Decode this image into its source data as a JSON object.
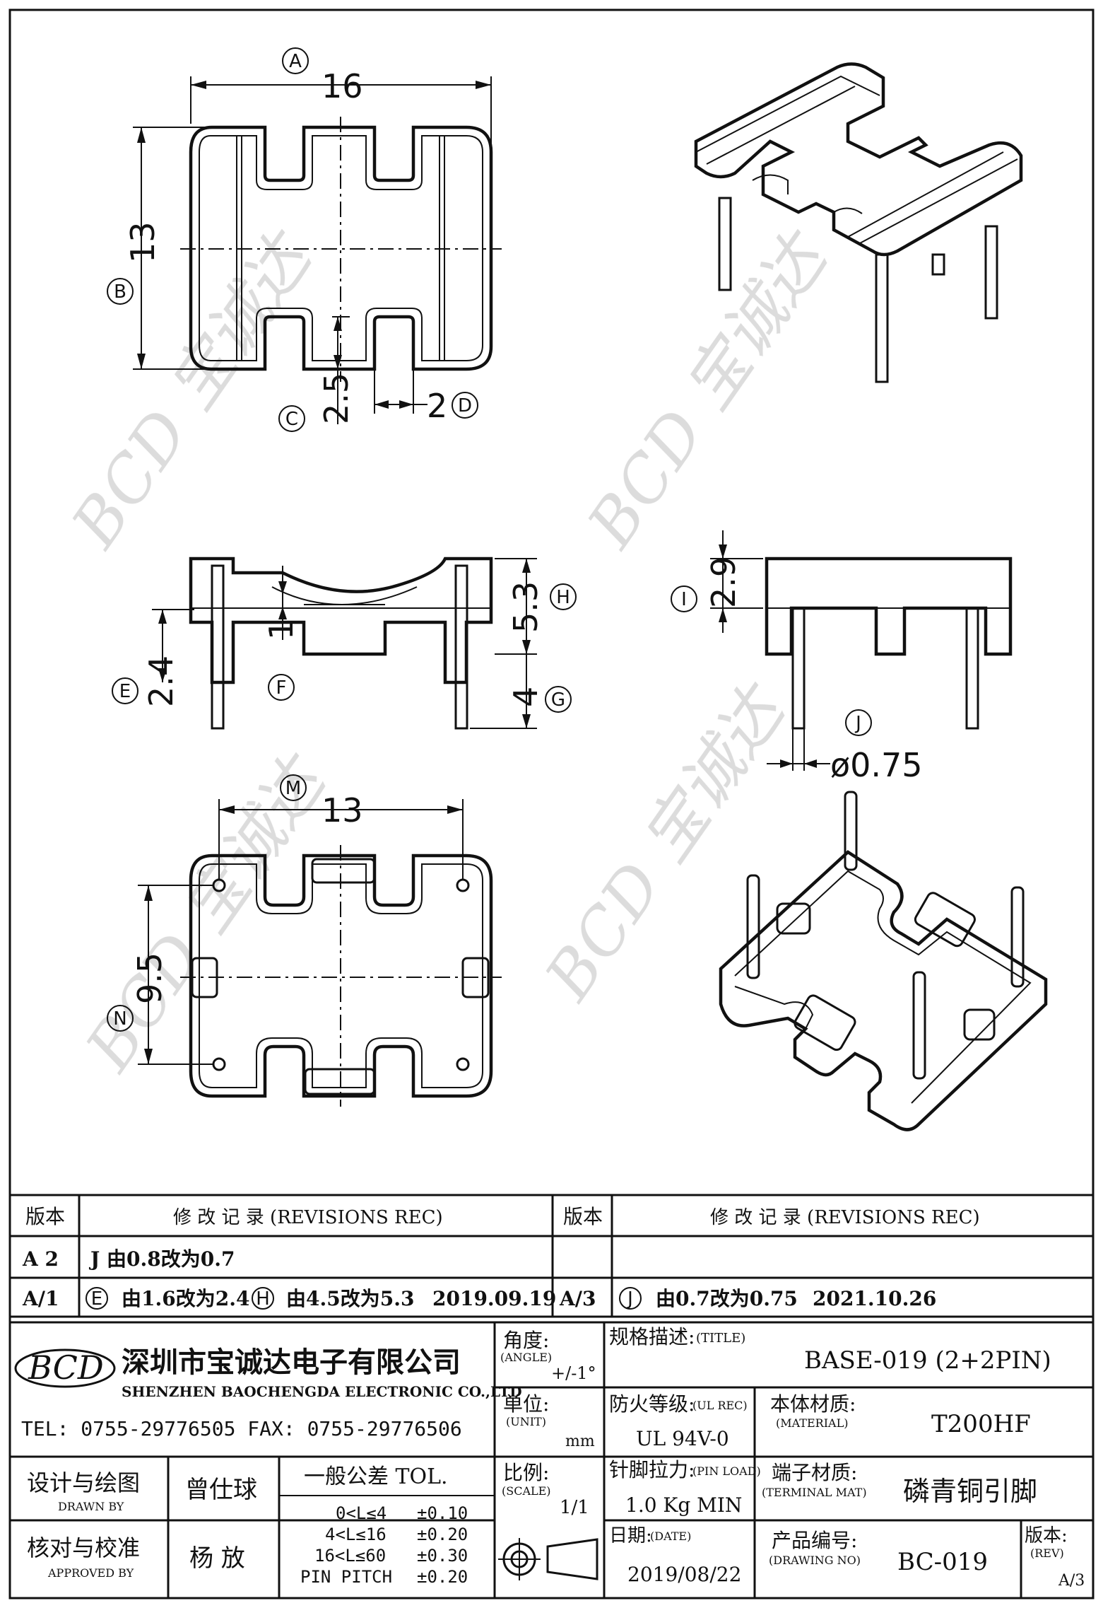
{
  "dimensions": {
    "a": {
      "bubble": "A",
      "value": "16"
    },
    "b": {
      "bubble": "B",
      "value": "13"
    },
    "c": {
      "bubble": "C",
      "value": "2.5"
    },
    "d": {
      "bubble": "D",
      "value": "2"
    },
    "e": {
      "bubble": "E",
      "value": "2.4"
    },
    "f": {
      "bubble": "F",
      "value": "1"
    },
    "g": {
      "bubble": "G",
      "value": "4"
    },
    "h": {
      "bubble": "H",
      "value": "5.3"
    },
    "i": {
      "bubble": "I",
      "value": "2.9"
    },
    "j": {
      "bubble": "J",
      "value": "ø0.75"
    },
    "m": {
      "bubble": "M",
      "value": "13"
    },
    "n": {
      "bubble": "N",
      "value": "9.5"
    }
  },
  "watermark": {
    "text": "BCD 宝诚达"
  },
  "revisions": {
    "col_rev": "版本",
    "col_rec": "修  改  记  录  (REVISIONS REC)",
    "rows_left": [
      {
        "rev": "A 2",
        "bubble1": "",
        "text1": "J  由0.8改为0.7",
        "bubble2": "",
        "text2": "",
        "date": ""
      },
      {
        "rev": "A/1",
        "bubble1": "E",
        "text1": "由1.6改为2.4",
        "bubble2": "H",
        "text2": "由4.5改为5.3",
        "date": "2019.09.19"
      }
    ],
    "rows_right": [
      {
        "rev": "",
        "bubble1": "",
        "text1": "",
        "date": ""
      },
      {
        "rev": "A/3",
        "bubble1": "J",
        "text1": "由0.7改为0.75",
        "date": "2021.10.26"
      }
    ]
  },
  "company": {
    "logo": "BCD",
    "name_cn": "深圳市宝诚达电子有限公司",
    "name_en": "SHENZHEN BAOCHENGDA ELECTRONIC CO.,LTD",
    "contact": "TEL: 0755-29776505  FAX: 0755-29776506"
  },
  "title_block": {
    "angle_label": "角度:",
    "angle_en": "(ANGLE)",
    "angle_value": "+/-1°",
    "title_label": "规格描述:",
    "title_en": "(TITLE)",
    "title_value": "BASE-019 (2+2PIN)",
    "unit_label": "单位:",
    "unit_en": "(UNIT)",
    "unit_value": "mm",
    "ul_label": "防火等级:",
    "ul_en": "(UL REC)",
    "ul_value": "UL 94V-0",
    "material_label": "本体材质:",
    "material_en": "(MATERIAL)",
    "material_value": "T200HF",
    "designed_label": "设计与绘图",
    "designed_en": "DRAWN BY",
    "designed_value": "曾仕球",
    "tol_label": "一般公差 TOL.",
    "tol_rows": [
      {
        "range": "0<L≤4",
        "value": "±0.10"
      },
      {
        "range": "4<L≤16",
        "value": "±0.20"
      },
      {
        "range": "16<L≤60",
        "value": "±0.30"
      },
      {
        "range": "PIN PITCH",
        "value": "±0.20"
      }
    ],
    "scale_label": "比例:",
    "scale_en": "(SCALE)",
    "scale_value": "1/1",
    "pinload_label": "针脚拉力:",
    "pinload_en": "(PIN LOAD)",
    "pinload_value": "1.0 Kg MIN",
    "terminal_label": "端子材质:",
    "terminal_en": "(TERMINAL MAT)",
    "terminal_value": "磷青铜引脚",
    "approved_label": "核对与校准",
    "approved_en": "APPROVED BY",
    "approved_value": "杨  放",
    "date_label": "日期:",
    "date_en": "(DATE)",
    "date_value": "2019/08/22",
    "drawing_label": "产品编号:",
    "drawing_en": "(DRAWING NO)",
    "drawing_value": "BC-019",
    "rev_label": "版本:",
    "rev_en": "(REV)",
    "rev_value": "A/3"
  }
}
